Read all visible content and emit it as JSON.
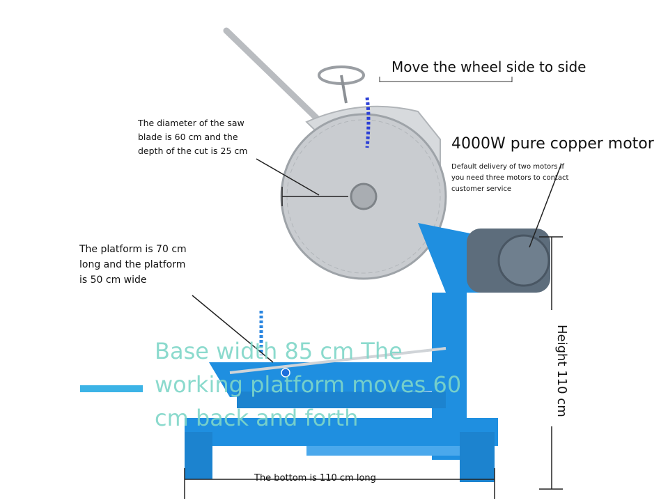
{
  "annotations": {
    "wheel": "Move the wheel side to side",
    "motor_title": "4000W pure copper motor",
    "motor_note": "Default delivery of two motors if you need three motors to contact customer service",
    "blade": "The diameter of the saw blade is 60 cm and the depth of the cut is 25 cm",
    "platform": "The platform is 70 cm long and the platform is 50 cm wide",
    "base_overlay": "Base width 85 cm The working platform moves 60 cm back and forth",
    "bottom": "The bottom is 110 cm long",
    "height": "Height 110 cm"
  },
  "colors": {
    "machine_blue": "#1f8fe0",
    "blade_silver": "#c9ccd0",
    "motor_gray": "#5d6d7c",
    "overlay_text": "#7fd6c8"
  }
}
